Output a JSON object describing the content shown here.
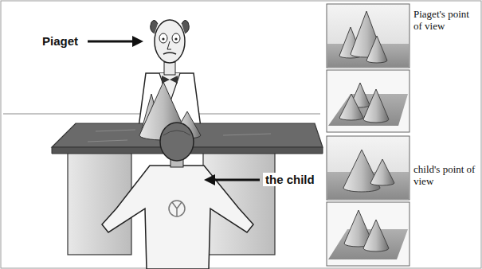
{
  "diagram": {
    "labels": [
      "Piaget",
      "the child",
      "Piaget's point of view",
      "child's point of view"
    ]
  }
}
